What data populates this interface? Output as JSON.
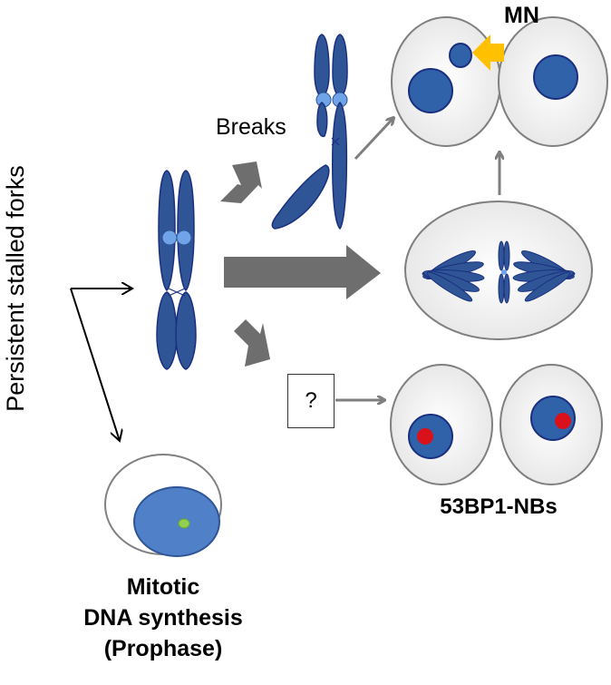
{
  "labels": {
    "side_label": "Persistent stalled forks",
    "breaks": "Breaks",
    "mn": "MN",
    "question": "?",
    "nbs": "53BP1-NBs",
    "mitotic_line1": "Mitotic",
    "mitotic_line2": "DNA synthesis",
    "mitotic_line3": "(Prophase)"
  },
  "colors": {
    "chromosome": "#2f5597",
    "chromosome_outline": "#1a2f80",
    "centromere": "#6fa4e8",
    "nucleus": "#2f62a8",
    "cell_fill": "#f2f2f2",
    "cell_outline": "#7f7f7f",
    "big_arrow": "#6e6e6e",
    "thin_arrow": "#7f7f7f",
    "mn_arrow": "#ffc000",
    "nb_focus": "#d9111a",
    "synthesis_focus": "#92d050",
    "prophase_nucleus": "#4f80c8"
  }
}
